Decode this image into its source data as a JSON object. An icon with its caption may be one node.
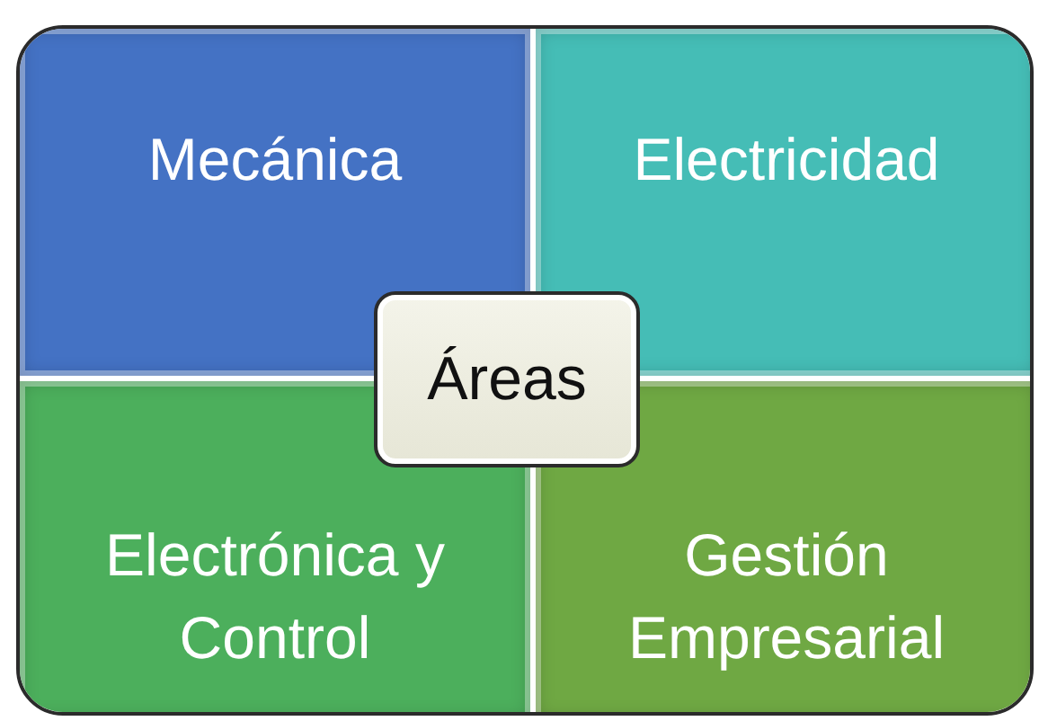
{
  "diagram": {
    "nodes": [
      {
        "text": [
          "Mecánica"
        ]
      },
      {
        "text": [
          "Electricidad"
        ]
      },
      {
        "text": [
          "Electrónica y Control"
        ]
      },
      {
        "text": [
          "Gestión Empresarial"
        ]
      },
      {
        "text": [
          "Áreas"
        ]
      }
    ]
  }
}
